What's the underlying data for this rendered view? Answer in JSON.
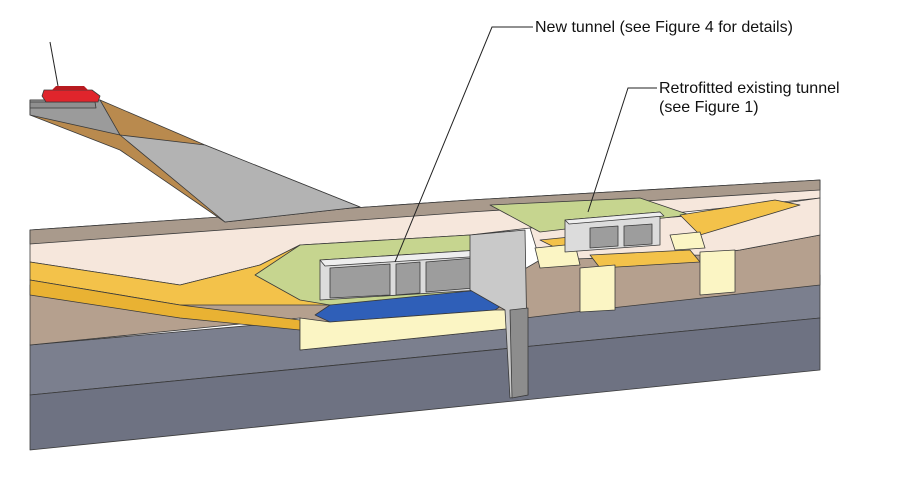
{
  "labels": {
    "new_tunnel": "New tunnel (see Figure 4 for details)",
    "retrofit_line1": "Retrofitted existing tunnel",
    "retrofit_line2": "(see Figure 1)"
  },
  "colors": {
    "bedrock": "#7b7f8e",
    "soil": "#b5a08e",
    "ground_surface": "#f6e7dc",
    "asphalt": "#b3b3b3",
    "embankment": "#b98a4e",
    "yellow_layer": "#f3c24a",
    "green_fill": "#c6d58f",
    "blue_layer": "#2f5fb8",
    "cream_base": "#fbf5c4",
    "concrete": "#dcdcdc",
    "sheet_pile": "#c9c9c9",
    "vehicle": "#e0252c"
  }
}
